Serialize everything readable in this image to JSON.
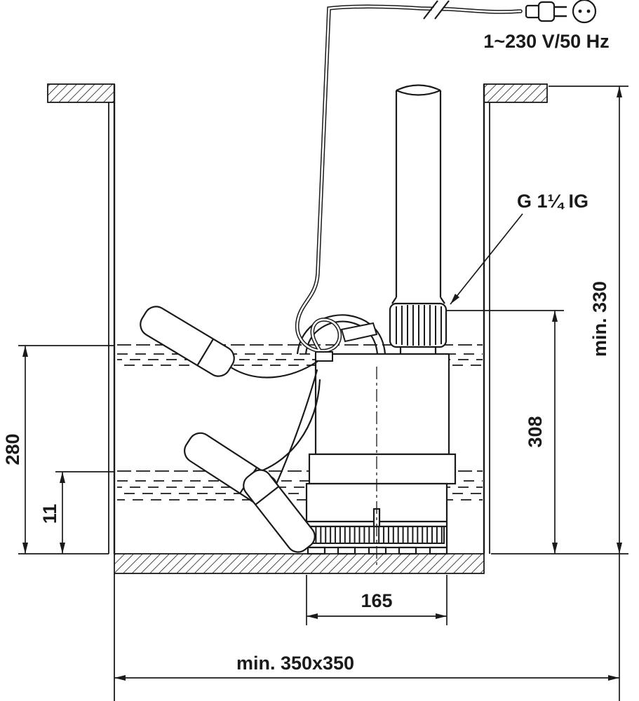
{
  "diagram": {
    "background": "#ffffff",
    "line_color": "#1a1a1a",
    "labels": {
      "power_supply": "1~230 V/50 Hz",
      "pipe_thread": "G 1¼ IG",
      "dim_pit_depth": "min. 330",
      "dim_discharge_height": "308",
      "dim_switch_on_level": "280",
      "dim_residual_level": "11",
      "dim_pump_width": "165",
      "dim_pit_base": "min. 350x350"
    },
    "icons": {
      "plug": "mains-plug-icon",
      "socket": "socket-face-icon",
      "cable_break": "cable-break-icon",
      "float": "float-switch"
    }
  }
}
